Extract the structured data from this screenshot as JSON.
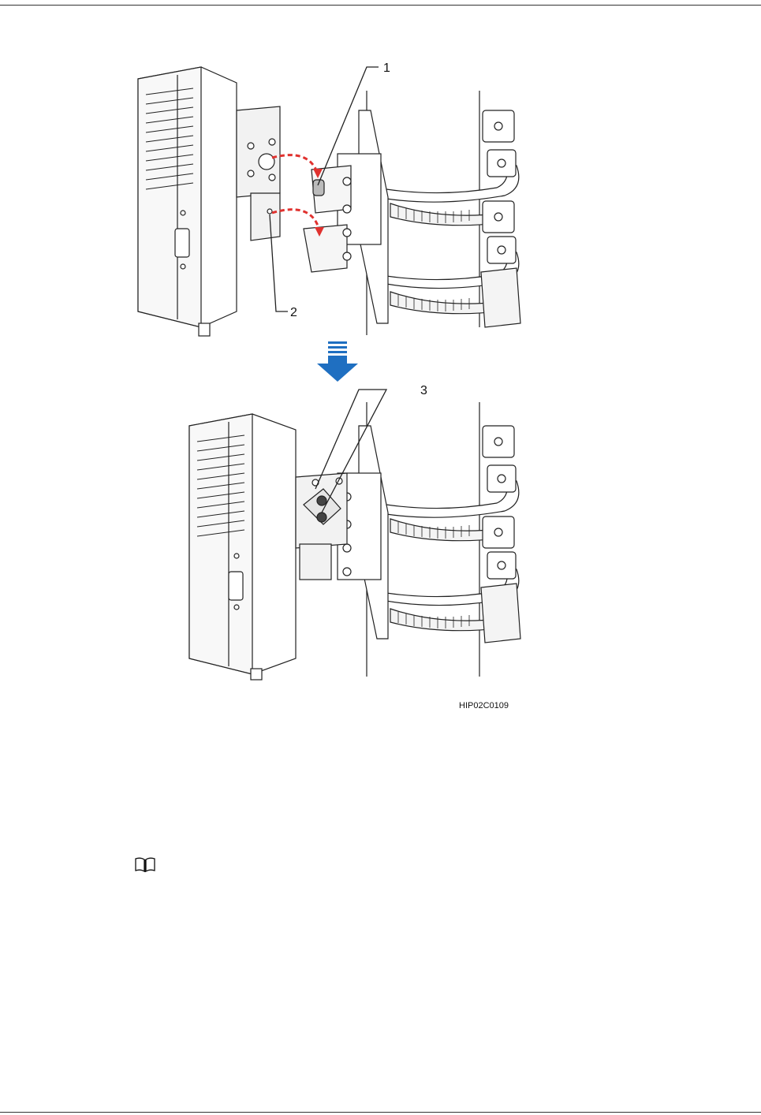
{
  "figure": {
    "callouts": {
      "c1": "1",
      "c2": "2",
      "c3": "3"
    },
    "figure_code": "HIP02C0109",
    "icons": {
      "down_arrow": "down-arrow-icon",
      "note": "book-note-icon"
    },
    "colors": {
      "arrow_red": "#e0322f",
      "arrow_blue": "#1f6fc1",
      "line": "#222222"
    }
  }
}
